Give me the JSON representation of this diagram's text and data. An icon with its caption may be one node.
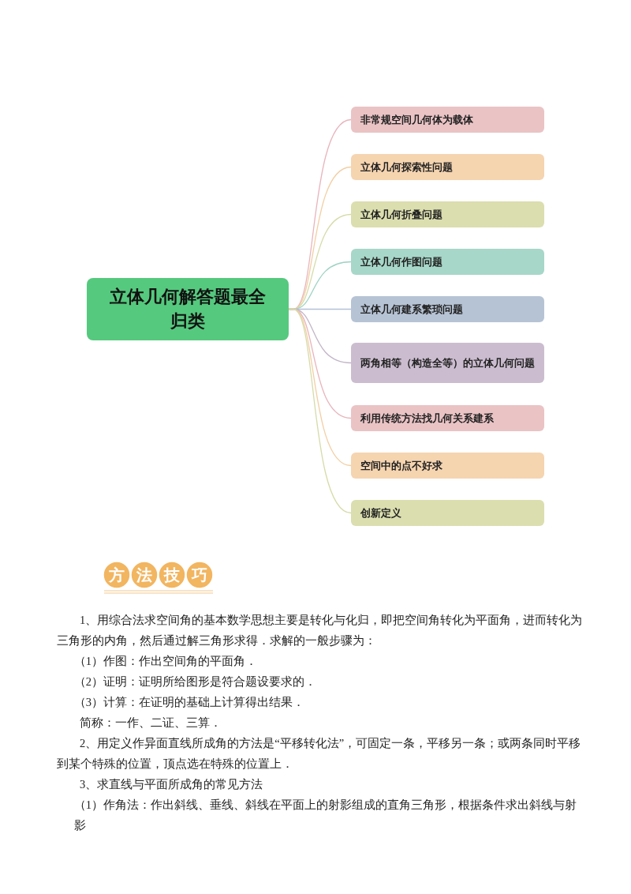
{
  "diagram": {
    "nodes": [
      {
        "text": [
          "立体几何解答题最全归类"
        ]
      },
      {
        "text": [
          "非常规空间几何体为载体"
        ]
      },
      {
        "text": [
          "立体几何探索性问题"
        ]
      },
      {
        "text": [
          "立体几何折叠问题"
        ]
      },
      {
        "text": [
          "立体几何作图问题"
        ]
      },
      {
        "text": [
          "立体几何建系繁琐问题"
        ]
      },
      {
        "text": [
          "两角相等（构造全等）的立体几何问题"
        ]
      },
      {
        "text": [
          "利用传统方法找几何关系建系"
        ]
      },
      {
        "text": [
          "空间中的点不好求"
        ]
      },
      {
        "text": [
          "创新定义"
        ]
      }
    ],
    "edges": [
      {
        "from": 0,
        "to": 1,
        "arrow": "none",
        "color": "#e8b4bc"
      },
      {
        "from": 0,
        "to": 2,
        "arrow": "none",
        "color": "#f2cfa4"
      },
      {
        "from": 0,
        "to": 3,
        "arrow": "none",
        "color": "#d6dba8"
      },
      {
        "from": 0,
        "to": 4,
        "arrow": "none",
        "color": "#9fd3c4"
      },
      {
        "from": 0,
        "to": 5,
        "arrow": "none",
        "color": "#b4c0d6"
      },
      {
        "from": 0,
        "to": 6,
        "arrow": "none",
        "color": "#c2b4c8"
      },
      {
        "from": 0,
        "to": 7,
        "arrow": "none",
        "color": "#e8b4bc"
      },
      {
        "from": 0,
        "to": 8,
        "arrow": "none",
        "color": "#f2cfa4"
      },
      {
        "from": 0,
        "to": 9,
        "arrow": "none",
        "color": "#d6dba8"
      }
    ],
    "labels": [
      "方法技巧",
      "1、用综合法求空间角的基本数学思想主要是转化与化归，即把空间角转化为平面角，进而转化为三角形的内角，然后通过解三角形求得．求解的一般步骤为：",
      "（1）作图：作出空间角的平面角．",
      "（2）证明：证明所给图形是符合题设要求的．",
      "（3）计算：在证明的基础上计算得出结果．",
      "简称：一作、二证、三算．",
      "2、用定义作异面直线所成角的方法是“平移转化法”，可固定一条，平移另一条；或两条同时平移到某个特殊的位置，顶点选在特殊的位置上．",
      "3、求直线与平面所成角的常见方法",
      "（1）作角法：作出斜线、垂线、斜线在平面上的射影组成的直角三角形，根据条件求出斜线与射影"
    ]
  }
}
